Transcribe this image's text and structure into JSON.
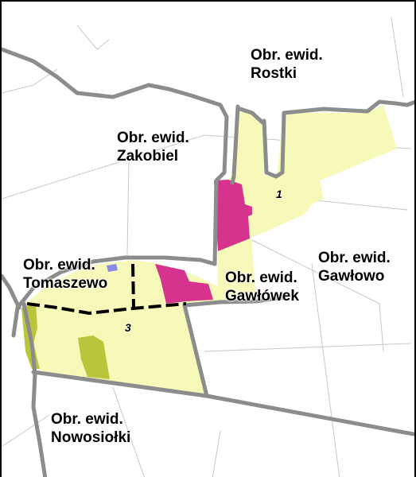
{
  "map": {
    "colors": {
      "development_area": "#f7f9b9",
      "service_zone": "#d6338f",
      "green_zone": "#b9c53a",
      "water_body": "#8a8ae6",
      "precinct_boundary": "#8c8c8c",
      "road_line": "#c8c8c8",
      "area_divider": "#000000"
    },
    "labels": {
      "rostki": {
        "line1": "Obr. ewid.",
        "line2": "Rostki"
      },
      "zakobiel": {
        "line1": "Obr. ewid.",
        "line2": "Zakobiel"
      },
      "tomaszewo": {
        "line1": "Obr. ewid.",
        "line2": "Tomaszewo"
      },
      "gawlowek": {
        "line1": "Obr. ewid.",
        "line2": "Gawłówek"
      },
      "gawlowo": {
        "line1": "Obr. ewid.",
        "line2": "Gawłowo"
      },
      "nowosiolki": {
        "line1": "Obr. ewid.",
        "line2": "Nowosiołki"
      }
    },
    "areas": {
      "area_1": "1",
      "area_3": "3"
    }
  }
}
